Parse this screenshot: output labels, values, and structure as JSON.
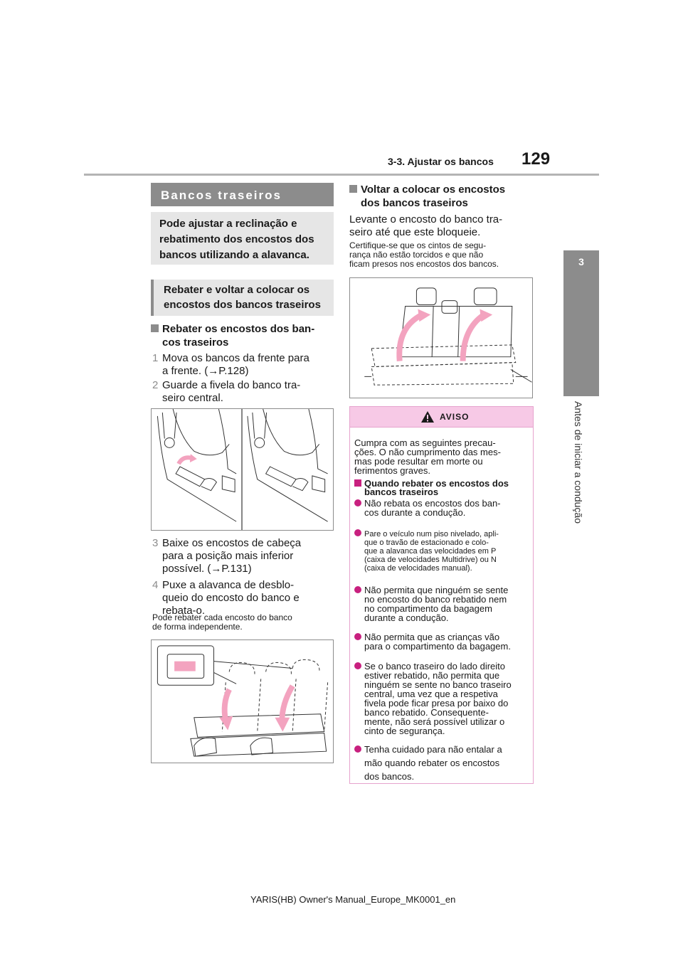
{
  "header": {
    "section": "3-3. Ajustar os bancos",
    "page_number": "129"
  },
  "side_tab": {
    "chapter_number": "3",
    "chapter_title": "Antes de iniciar a condução"
  },
  "left": {
    "title": "Bancos traseiros",
    "intro": "Pode ajustar a reclinação e rebatimento dos encostos dos bancos utilizando a alavanca.",
    "subtitle": "Rebater e voltar a colocar os encostos dos bancos traseiros",
    "heading_fold_l1": "Rebater os encostos dos ban-",
    "heading_fold_l2": "cos traseiros",
    "steps": [
      {
        "num": "1",
        "l1": "Mova os bancos da frente para",
        "l2": "a frente. (→P.128)"
      },
      {
        "num": "2",
        "l1": "Guarde a fivela do banco tra-",
        "l2": "seiro central."
      },
      {
        "num": "3",
        "l1": "Baixe os encostos de cabeça",
        "l2": "para a posição mais inferior",
        "l3": "possível. (→P.131)"
      },
      {
        "num": "4",
        "l1": "Puxe a alavanca de desblo-",
        "l2": "queio do encosto do banco e",
        "l3": "rebata-o."
      }
    ],
    "note_l1": "Pode rebater cada encosto do banco",
    "note_l2": "de forma independente."
  },
  "right": {
    "heading_l1": "Voltar a colocar os encostos",
    "heading_l2": "dos bancos traseiros",
    "para_l1": "Levante o encosto do banco tra-",
    "para_l2": "seiro até que este bloqueie.",
    "note_l1": "Certifique-se que os cintos de segu-",
    "note_l2": "rança não estão torcidos e que não",
    "note_l3": "ficam presos nos encostos dos bancos."
  },
  "warning": {
    "label": "AVISO",
    "intro_l1": "Cumpra com as seguintes precau-",
    "intro_l2": "ções. O não cumprimento das mes-",
    "intro_l3": "mas pode resultar em morte ou",
    "intro_l4": "ferimentos graves.",
    "head_l1": "Quando rebater os encostos dos",
    "head_l2": "bancos traseiros",
    "b1_l1": "Não rebata os encostos dos ban-",
    "b1_l2": "cos durante a condução.",
    "b2_l1": "Pare o veículo num piso nivelado, apli-",
    "b2_l2": "que o travão de estacionado e colo-",
    "b2_l3": "que a alavanca das velocidades em P",
    "b2_l4": "(caixa de velocidades Multidrive) ou N",
    "b2_l5": "(caixa de velocidades manual).",
    "b3_l1": "Não permita que ninguém se sente",
    "b3_l2": "no encosto do banco rebatido nem",
    "b3_l3": "no compartimento da bagagem",
    "b3_l4": "durante a condução.",
    "b4_l1": "Não permita que as crianças vão",
    "b4_l2": "para o compartimento da bagagem.",
    "b5_l1": "Se o banco traseiro do lado direito",
    "b5_l2": "estiver rebatido, não permita que",
    "b5_l3": "ninguém se sente no banco traseiro",
    "b5_l4": "central, uma vez que a respetiva",
    "b5_l5": "fivela pode ficar presa por baixo do",
    "b5_l6": "banco rebatido. Consequente-",
    "b5_l7": "mente, não será possível utilizar o",
    "b5_l8": "cinto de segurança.",
    "b6_l1": "Tenha cuidado para não entalar a",
    "b6_l2": "mão quando rebater os encostos",
    "b6_l3": "dos bancos."
  },
  "footer": "YARIS(HB) Owner's Manual_Europe_MK0001_en",
  "colors": {
    "accent_gray": "#8c8c8c",
    "warning_pink": "#f7c9e6",
    "warning_magenta": "#c8207f",
    "arrow_pink": "#f3a3bf"
  }
}
